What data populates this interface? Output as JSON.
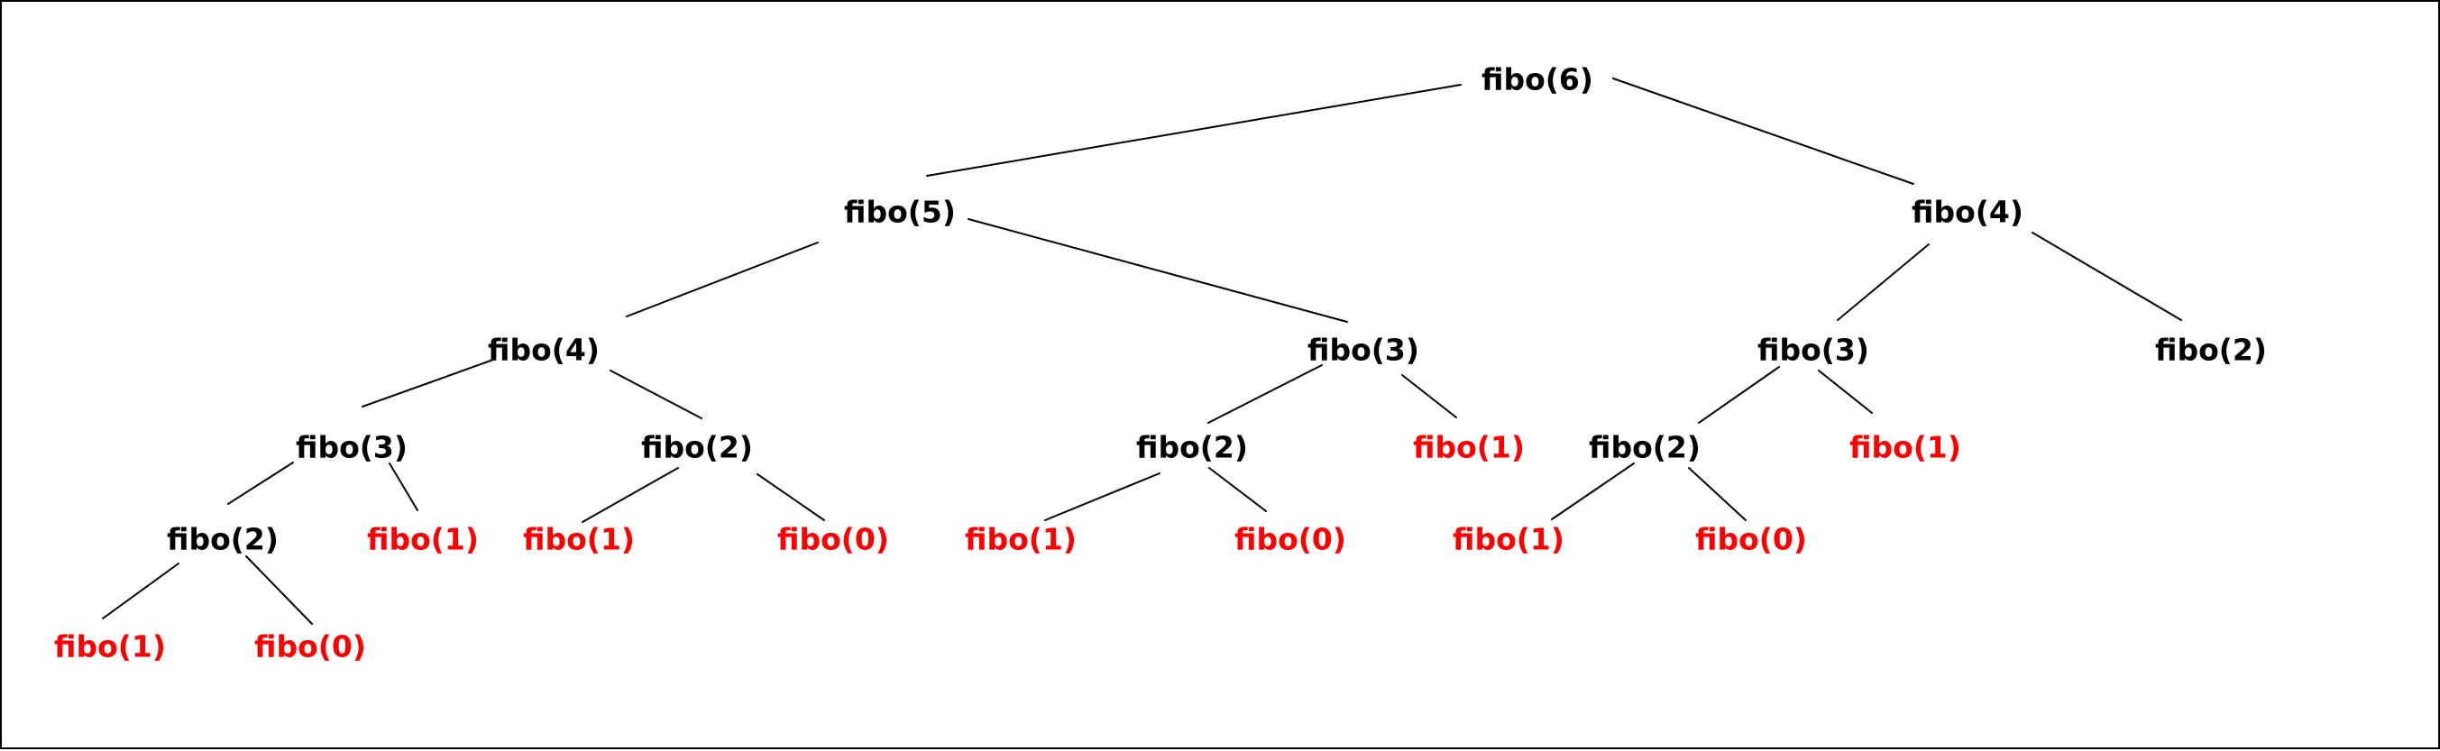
{
  "diagram": {
    "type": "tree",
    "colors": {
      "internal_node": "#000000",
      "leaf_node": "#ff0000",
      "edge": "#000000",
      "background": "#ffffff"
    },
    "nodes": [
      {
        "id": "n1",
        "label": "fibo(6)",
        "kind": "internal"
      },
      {
        "id": "n2",
        "label": "fibo(5)",
        "kind": "internal"
      },
      {
        "id": "n3",
        "label": "fibo(4)",
        "kind": "internal"
      },
      {
        "id": "n4",
        "label": "fibo(4)",
        "kind": "internal"
      },
      {
        "id": "n5",
        "label": "fibo(3)",
        "kind": "internal"
      },
      {
        "id": "n6",
        "label": "fibo(3)",
        "kind": "internal"
      },
      {
        "id": "n7",
        "label": "fibo(2)",
        "kind": "internal"
      },
      {
        "id": "n8",
        "label": "fibo(3)",
        "kind": "internal"
      },
      {
        "id": "n9",
        "label": "fibo(2)",
        "kind": "internal"
      },
      {
        "id": "n10",
        "label": "fibo(2)",
        "kind": "internal"
      },
      {
        "id": "n11",
        "label": "fibo(1)",
        "kind": "leaf"
      },
      {
        "id": "n12",
        "label": "fibo(2)",
        "kind": "internal"
      },
      {
        "id": "n13",
        "label": "fibo(1)",
        "kind": "leaf"
      },
      {
        "id": "n14",
        "label": "fibo(2)",
        "kind": "internal"
      },
      {
        "id": "n15",
        "label": "fibo(1)",
        "kind": "leaf"
      },
      {
        "id": "n16",
        "label": "fibo(1)",
        "kind": "leaf"
      },
      {
        "id": "n17",
        "label": "fibo(0)",
        "kind": "leaf"
      },
      {
        "id": "n18",
        "label": "fibo(1)",
        "kind": "leaf"
      },
      {
        "id": "n19",
        "label": "fibo(0)",
        "kind": "leaf"
      },
      {
        "id": "n20",
        "label": "fibo(1)",
        "kind": "leaf"
      },
      {
        "id": "n21",
        "label": "fibo(0)",
        "kind": "leaf"
      },
      {
        "id": "n22",
        "label": "fibo(1)",
        "kind": "leaf"
      },
      {
        "id": "n23",
        "label": "fibo(0)",
        "kind": "leaf"
      }
    ],
    "edges": [
      {
        "from": "n1",
        "to": "n2"
      },
      {
        "from": "n1",
        "to": "n3"
      },
      {
        "from": "n2",
        "to": "n4"
      },
      {
        "from": "n2",
        "to": "n5"
      },
      {
        "from": "n3",
        "to": "n6"
      },
      {
        "from": "n3",
        "to": "n7"
      },
      {
        "from": "n4",
        "to": "n8"
      },
      {
        "from": "n4",
        "to": "n9"
      },
      {
        "from": "n5",
        "to": "n10"
      },
      {
        "from": "n5",
        "to": "n11"
      },
      {
        "from": "n6",
        "to": "n12"
      },
      {
        "from": "n6",
        "to": "n13"
      },
      {
        "from": "n8",
        "to": "n14"
      },
      {
        "from": "n8",
        "to": "n15"
      },
      {
        "from": "n9",
        "to": "n16"
      },
      {
        "from": "n9",
        "to": "n17"
      },
      {
        "from": "n10",
        "to": "n18"
      },
      {
        "from": "n10",
        "to": "n19"
      },
      {
        "from": "n12",
        "to": "n20"
      },
      {
        "from": "n12",
        "to": "n21"
      },
      {
        "from": "n14",
        "to": "n22"
      },
      {
        "from": "n14",
        "to": "n23"
      }
    ]
  }
}
